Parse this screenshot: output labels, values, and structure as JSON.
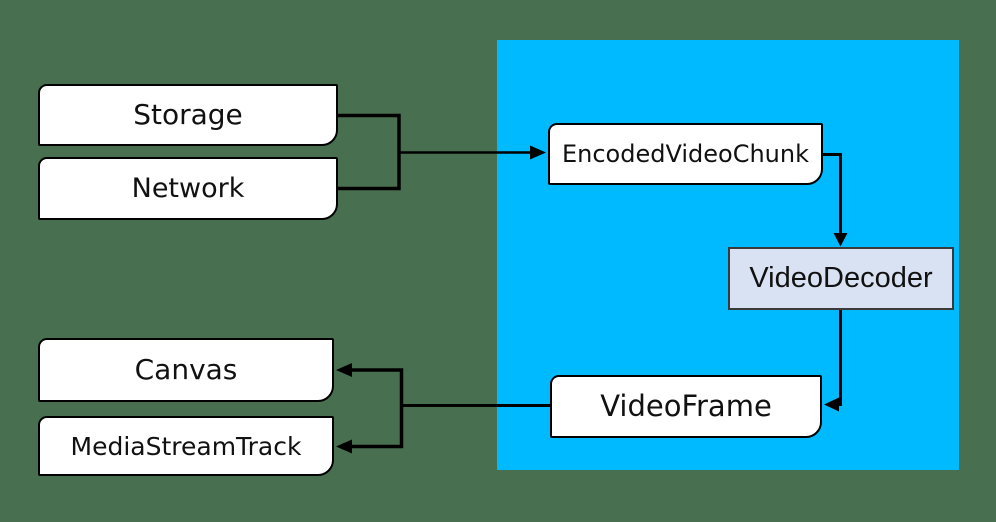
{
  "colors": {
    "background": "#487050",
    "region_fill": "#00baff",
    "node_fill": "#ffffff",
    "node_border": "#000000",
    "decoder_fill": "#d9e2f3",
    "decoder_border": "#3a3a3a",
    "line": "#000000",
    "text": "#111111"
  },
  "nodes": {
    "storage": "Storage",
    "network": "Network",
    "canvas": "Canvas",
    "media_stream_track": "MediaStreamTrack",
    "encoded_video_chunk": "EncodedVideoChunk",
    "video_decoder": "VideoDecoder",
    "video_frame": "VideoFrame"
  },
  "edges": [
    {
      "from": "storage+network",
      "to": "encoded_video_chunk"
    },
    {
      "from": "encoded_video_chunk",
      "to": "video_decoder"
    },
    {
      "from": "video_decoder",
      "to": "video_frame"
    },
    {
      "from": "video_frame",
      "to": "canvas+media_stream_track"
    }
  ]
}
